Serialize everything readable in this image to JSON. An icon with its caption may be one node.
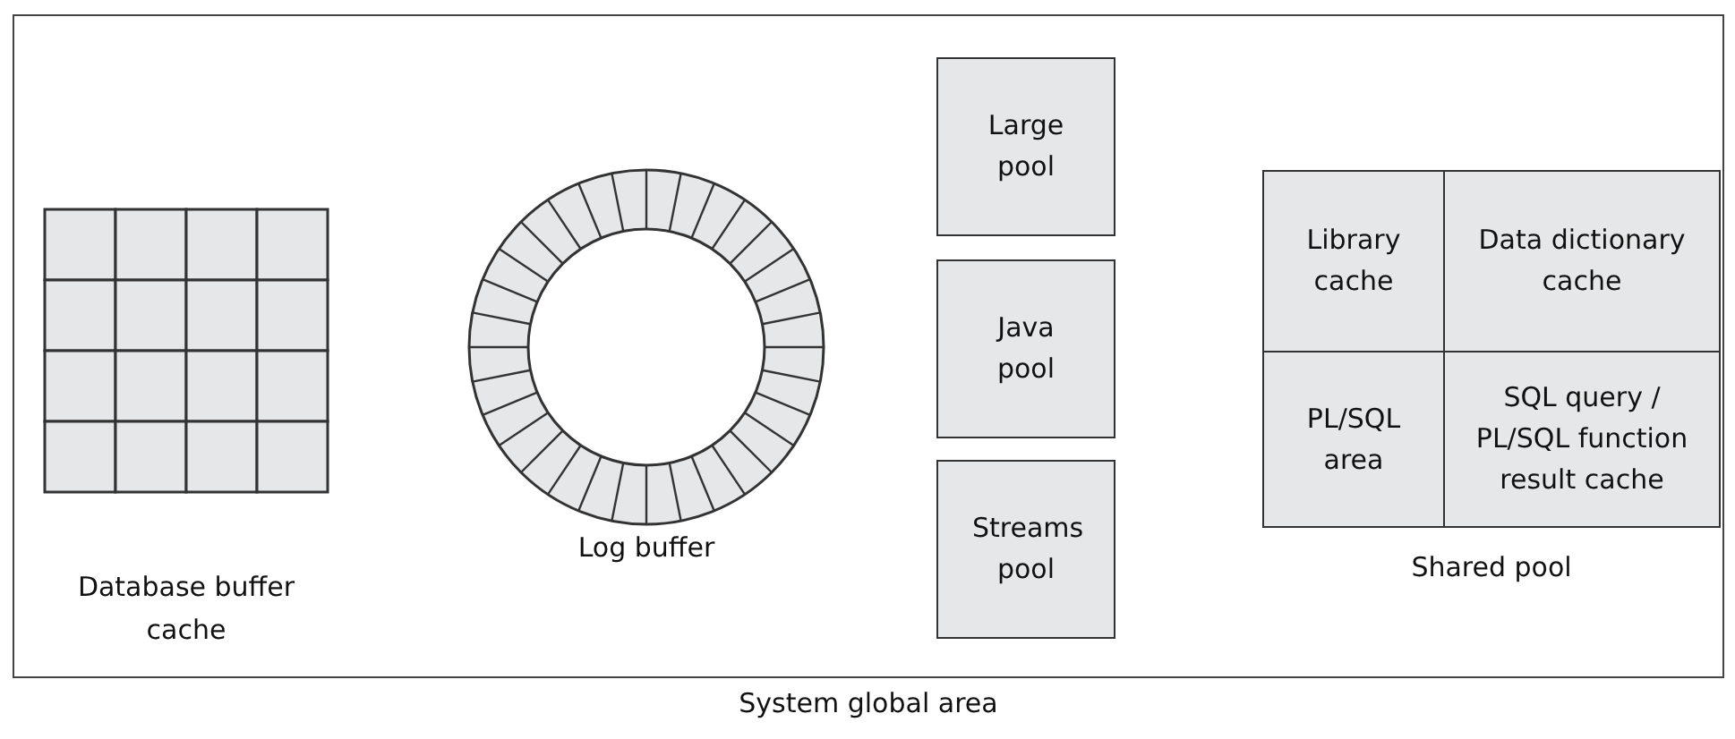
{
  "diagram": {
    "nodes": [
      {
        "text": [
          "System global area"
        ]
      },
      {
        "text": [
          "Database buffer cache"
        ],
        "in": 0
      },
      {
        "text": [
          "Log buffer"
        ],
        "in": 0
      },
      {
        "text": [
          "Large pool"
        ],
        "in": 0
      },
      {
        "text": [
          "Java pool"
        ],
        "in": 0
      },
      {
        "text": [
          "Streams pool"
        ],
        "in": 0
      },
      {
        "text": [
          "Shared pool"
        ],
        "in": 0
      },
      {
        "text": [
          "Library cache"
        ],
        "in": 6
      },
      {
        "text": [
          "Data dictionary cache"
        ],
        "in": 6
      },
      {
        "text": [
          "PL/SQL area"
        ],
        "in": 6
      },
      {
        "text": [
          "SQL query / PL/SQL function result cache"
        ],
        "in": 6
      }
    ]
  }
}
